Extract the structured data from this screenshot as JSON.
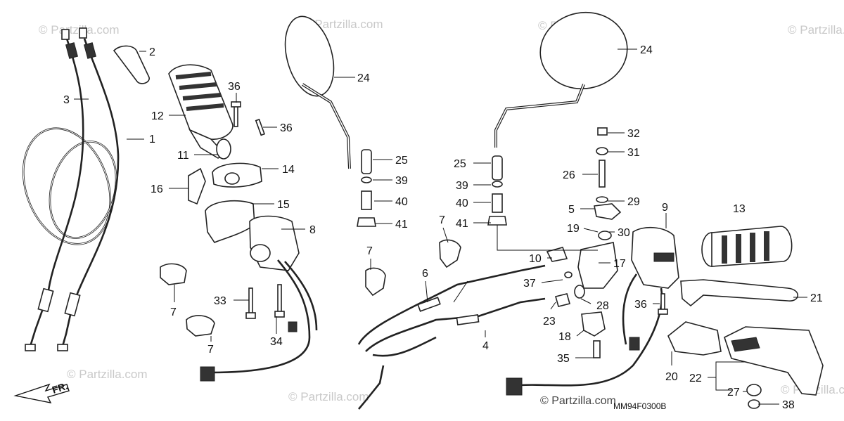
{
  "watermarks": [
    "© Partzilla.com",
    "© Partzilla.com",
    "© Partzilla.com",
    "© Partzilla.com",
    "© Partzilla.com",
    "© Partzilla.com",
    "© Partzilla.com"
  ],
  "callouts": [
    "1",
    "2",
    "3",
    "4",
    "5",
    "6",
    "7",
    "7",
    "7",
    "7",
    "8",
    "9",
    "10",
    "11",
    "12",
    "13",
    "14",
    "15",
    "16",
    "17",
    "18",
    "19",
    "20",
    "21",
    "22",
    "23",
    "24",
    "24",
    "25",
    "25",
    "26",
    "27",
    "28",
    "29",
    "30",
    "31",
    "32",
    "33",
    "34",
    "35",
    "36",
    "36",
    "36",
    "37",
    "38",
    "39",
    "39",
    "40",
    "40",
    "41",
    "41"
  ],
  "front_marker": "FR.",
  "diagram_code": "MM94F0300B",
  "footer_watermark": "© Partzilla.com"
}
